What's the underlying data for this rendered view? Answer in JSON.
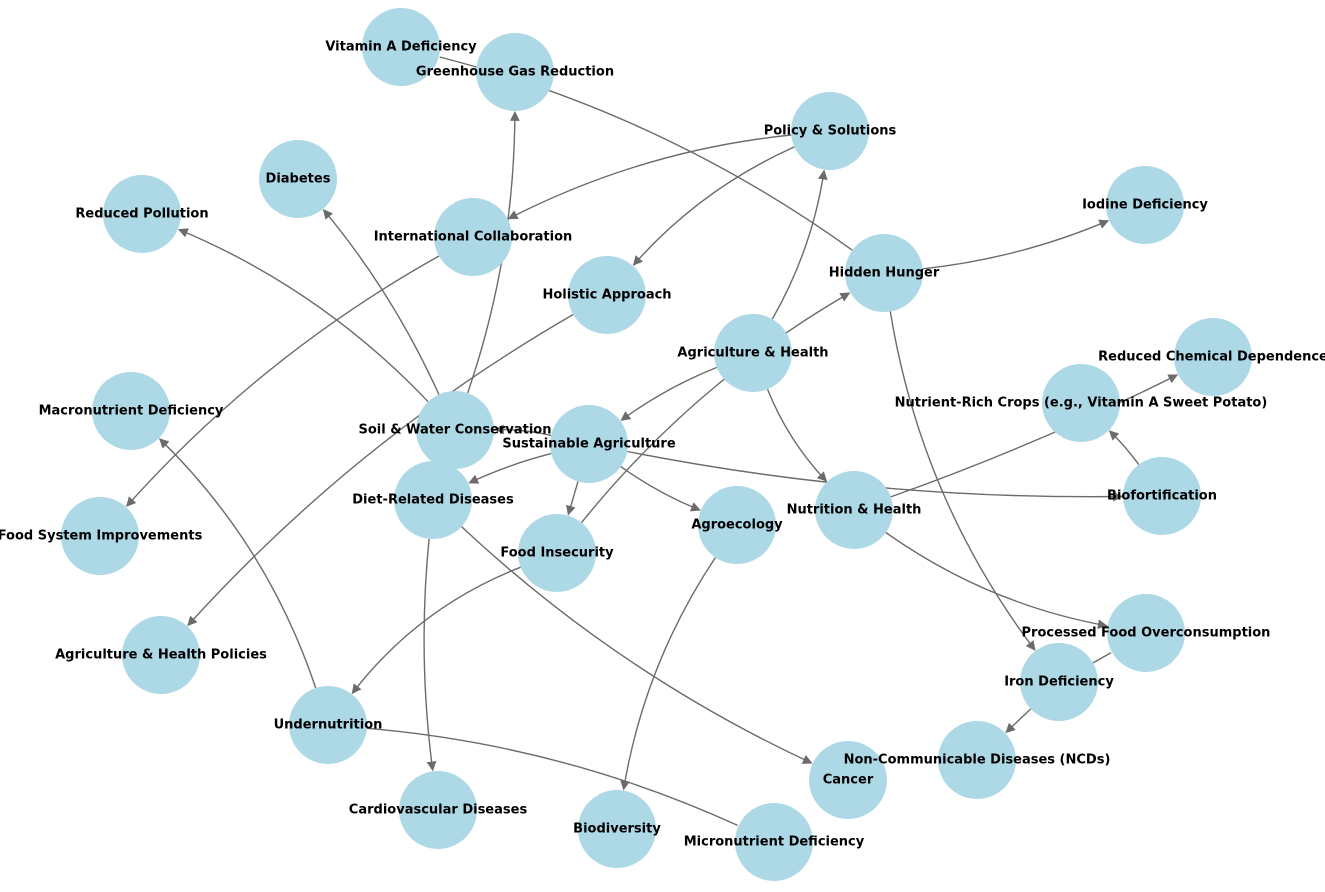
{
  "colors": {
    "node_fill": "#add8e6",
    "edge": "#6b6b6b",
    "label": "#000000"
  },
  "nodes": [
    {
      "id": "vitamin_a",
      "label": "Vitamin A Deficiency"
    },
    {
      "id": "ghg",
      "label": "Greenhouse Gas Reduction"
    },
    {
      "id": "policy",
      "label": "Policy & Solutions"
    },
    {
      "id": "diabetes",
      "label": "Diabetes"
    },
    {
      "id": "reduced_pollution",
      "label": "Reduced Pollution"
    },
    {
      "id": "intl_collab",
      "label": "International Collaboration"
    },
    {
      "id": "iodine",
      "label": "Iodine Deficiency"
    },
    {
      "id": "hidden_hunger",
      "label": "Hidden Hunger"
    },
    {
      "id": "holistic",
      "label": "Holistic Approach"
    },
    {
      "id": "reduced_chem",
      "label": "Reduced Chemical Dependence"
    },
    {
      "id": "ag_health",
      "label": "Agriculture & Health"
    },
    {
      "id": "nutrient_crops",
      "label": "Nutrient-Rich Crops (e.g., Vitamin A Sweet Potato)"
    },
    {
      "id": "macronutrient",
      "label": "Macronutrient Deficiency"
    },
    {
      "id": "soil_water",
      "label": "Soil & Water Conservation"
    },
    {
      "id": "sustainable",
      "label": "Sustainable Agriculture"
    },
    {
      "id": "diet_diseases",
      "label": "Diet-Related Diseases"
    },
    {
      "id": "biofort",
      "label": "Biofortification"
    },
    {
      "id": "nutrition_health",
      "label": "Nutrition & Health"
    },
    {
      "id": "food_system",
      "label": "Food System Improvements"
    },
    {
      "id": "agroecology",
      "label": "Agroecology"
    },
    {
      "id": "food_insecurity",
      "label": "Food Insecurity"
    },
    {
      "id": "processed_food",
      "label": "Processed Food Overconsumption"
    },
    {
      "id": "ag_health_policies",
      "label": "Agriculture & Health Policies"
    },
    {
      "id": "iron",
      "label": "Iron Deficiency"
    },
    {
      "id": "undernutrition",
      "label": "Undernutrition"
    },
    {
      "id": "ncds",
      "label": "Non-Communicable Diseases (NCDs)"
    },
    {
      "id": "cancer",
      "label": "Cancer"
    },
    {
      "id": "cardio",
      "label": "Cardiovascular Diseases"
    },
    {
      "id": "biodiversity",
      "label": "Biodiversity"
    },
    {
      "id": "micronutrient",
      "label": "Micronutrient Deficiency"
    }
  ],
  "edges": [
    {
      "from": "ag_health",
      "to": "sustainable"
    },
    {
      "from": "ag_health",
      "to": "nutrition_health"
    },
    {
      "from": "ag_health",
      "to": "policy"
    },
    {
      "from": "sustainable",
      "to": "soil_water"
    },
    {
      "from": "sustainable",
      "to": "diet_diseases"
    },
    {
      "from": "sustainable",
      "to": "food_insecurity"
    },
    {
      "from": "sustainable",
      "to": "agroecology"
    },
    {
      "from": "sustainable",
      "to": "biofort"
    },
    {
      "from": "soil_water",
      "to": "reduced_pollution"
    },
    {
      "from": "soil_water",
      "to": "ghg"
    },
    {
      "from": "soil_water",
      "to": "diabetes"
    },
    {
      "from": "diet_diseases",
      "to": "cardio"
    },
    {
      "from": "diet_diseases",
      "to": "cancer"
    },
    {
      "from": "agroecology",
      "to": "biodiversity"
    },
    {
      "from": "nutrition_health",
      "to": "reduced_chem"
    },
    {
      "from": "nutrition_health",
      "to": "processed_food"
    },
    {
      "from": "food_insecurity",
      "to": "hidden_hunger"
    },
    {
      "from": "food_insecurity",
      "to": "undernutrition"
    },
    {
      "from": "hidden_hunger",
      "to": "iodine"
    },
    {
      "from": "hidden_hunger",
      "to": "iron"
    },
    {
      "from": "hidden_hunger",
      "to": "vitamin_a"
    },
    {
      "from": "undernutrition",
      "to": "macronutrient"
    },
    {
      "from": "undernutrition",
      "to": "micronutrient"
    },
    {
      "from": "biofort",
      "to": "nutrient_crops"
    },
    {
      "from": "iron",
      "to": "ncds"
    },
    {
      "from": "iron",
      "to": "processed_food"
    },
    {
      "from": "policy",
      "to": "intl_collab"
    },
    {
      "from": "policy",
      "to": "holistic"
    },
    {
      "from": "intl_collab",
      "to": "food_system"
    },
    {
      "from": "holistic",
      "to": "ag_health_policies"
    }
  ]
}
